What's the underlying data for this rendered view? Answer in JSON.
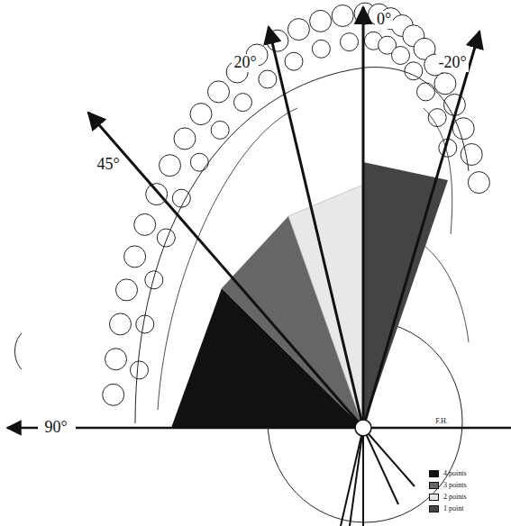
{
  "diagram": {
    "labels": [
      "45°",
      "20°",
      "0°",
      "-20°",
      "90°",
      "F.H."
    ],
    "legend": [
      {
        "text": "4 points",
        "color": "#111111"
      },
      {
        "text": "3 points",
        "color": "#666666"
      },
      {
        "text": "2 points",
        "color": "#e8e8e8"
      },
      {
        "text": "1 point",
        "color": "#444444"
      }
    ]
  }
}
